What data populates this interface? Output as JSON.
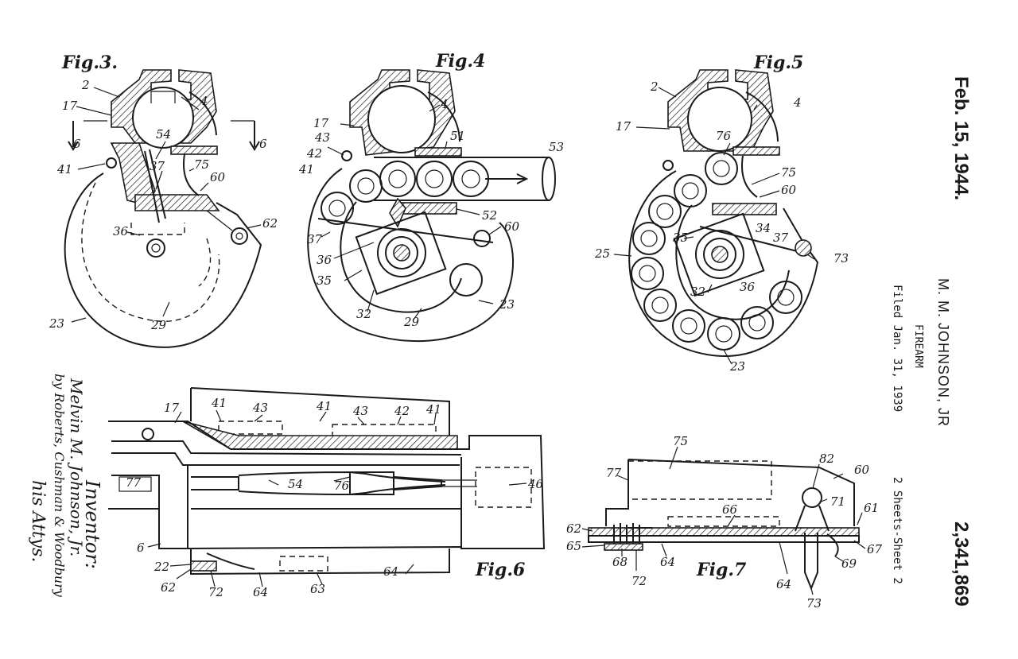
{
  "header": {
    "date": "Feb. 15, 1944.",
    "inventor": "M. M. JOHNSON, JR",
    "title": "FIREARM",
    "filed": "Filed Jan. 31, 1939",
    "sheets": "2 Sheets-Sheet 2",
    "patent_number": "2,341,869"
  },
  "signatures": {
    "inventor_label": "Inventor:",
    "inventor_name": "Melvin M. Johnson, Jr.",
    "by": "by Roberts, Cushman & Woodbury",
    "attys": "his Attys."
  },
  "figures": {
    "fig3": {
      "label": "Fig.3.",
      "refs": [
        "2",
        "4",
        "17",
        "6",
        "6",
        "54",
        "41",
        "37",
        "75",
        "60",
        "62",
        "36",
        "23",
        "29"
      ]
    },
    "fig4": {
      "label": "Fig.4",
      "refs": [
        "4",
        "17",
        "51",
        "53",
        "43",
        "42",
        "41",
        "52",
        "60",
        "37",
        "36",
        "35",
        "32",
        "29",
        "23"
      ]
    },
    "fig5": {
      "label": "Fig.5",
      "refs": [
        "2",
        "4",
        "17",
        "76",
        "75",
        "60",
        "35",
        "34",
        "37",
        "25",
        "73",
        "32",
        "36",
        "23"
      ]
    },
    "fig6": {
      "label": "Fig.6",
      "refs": [
        "17",
        "41",
        "43",
        "41",
        "43",
        "42",
        "41",
        "77",
        "54",
        "76",
        "46",
        "6",
        "22",
        "62",
        "72",
        "64",
        "63",
        "64"
      ]
    },
    "fig7": {
      "label": "Fig.7",
      "refs": [
        "75",
        "77",
        "82",
        "60",
        "71",
        "66",
        "61",
        "62",
        "65",
        "68",
        "72",
        "64",
        "67",
        "69",
        "64",
        "73"
      ]
    }
  }
}
